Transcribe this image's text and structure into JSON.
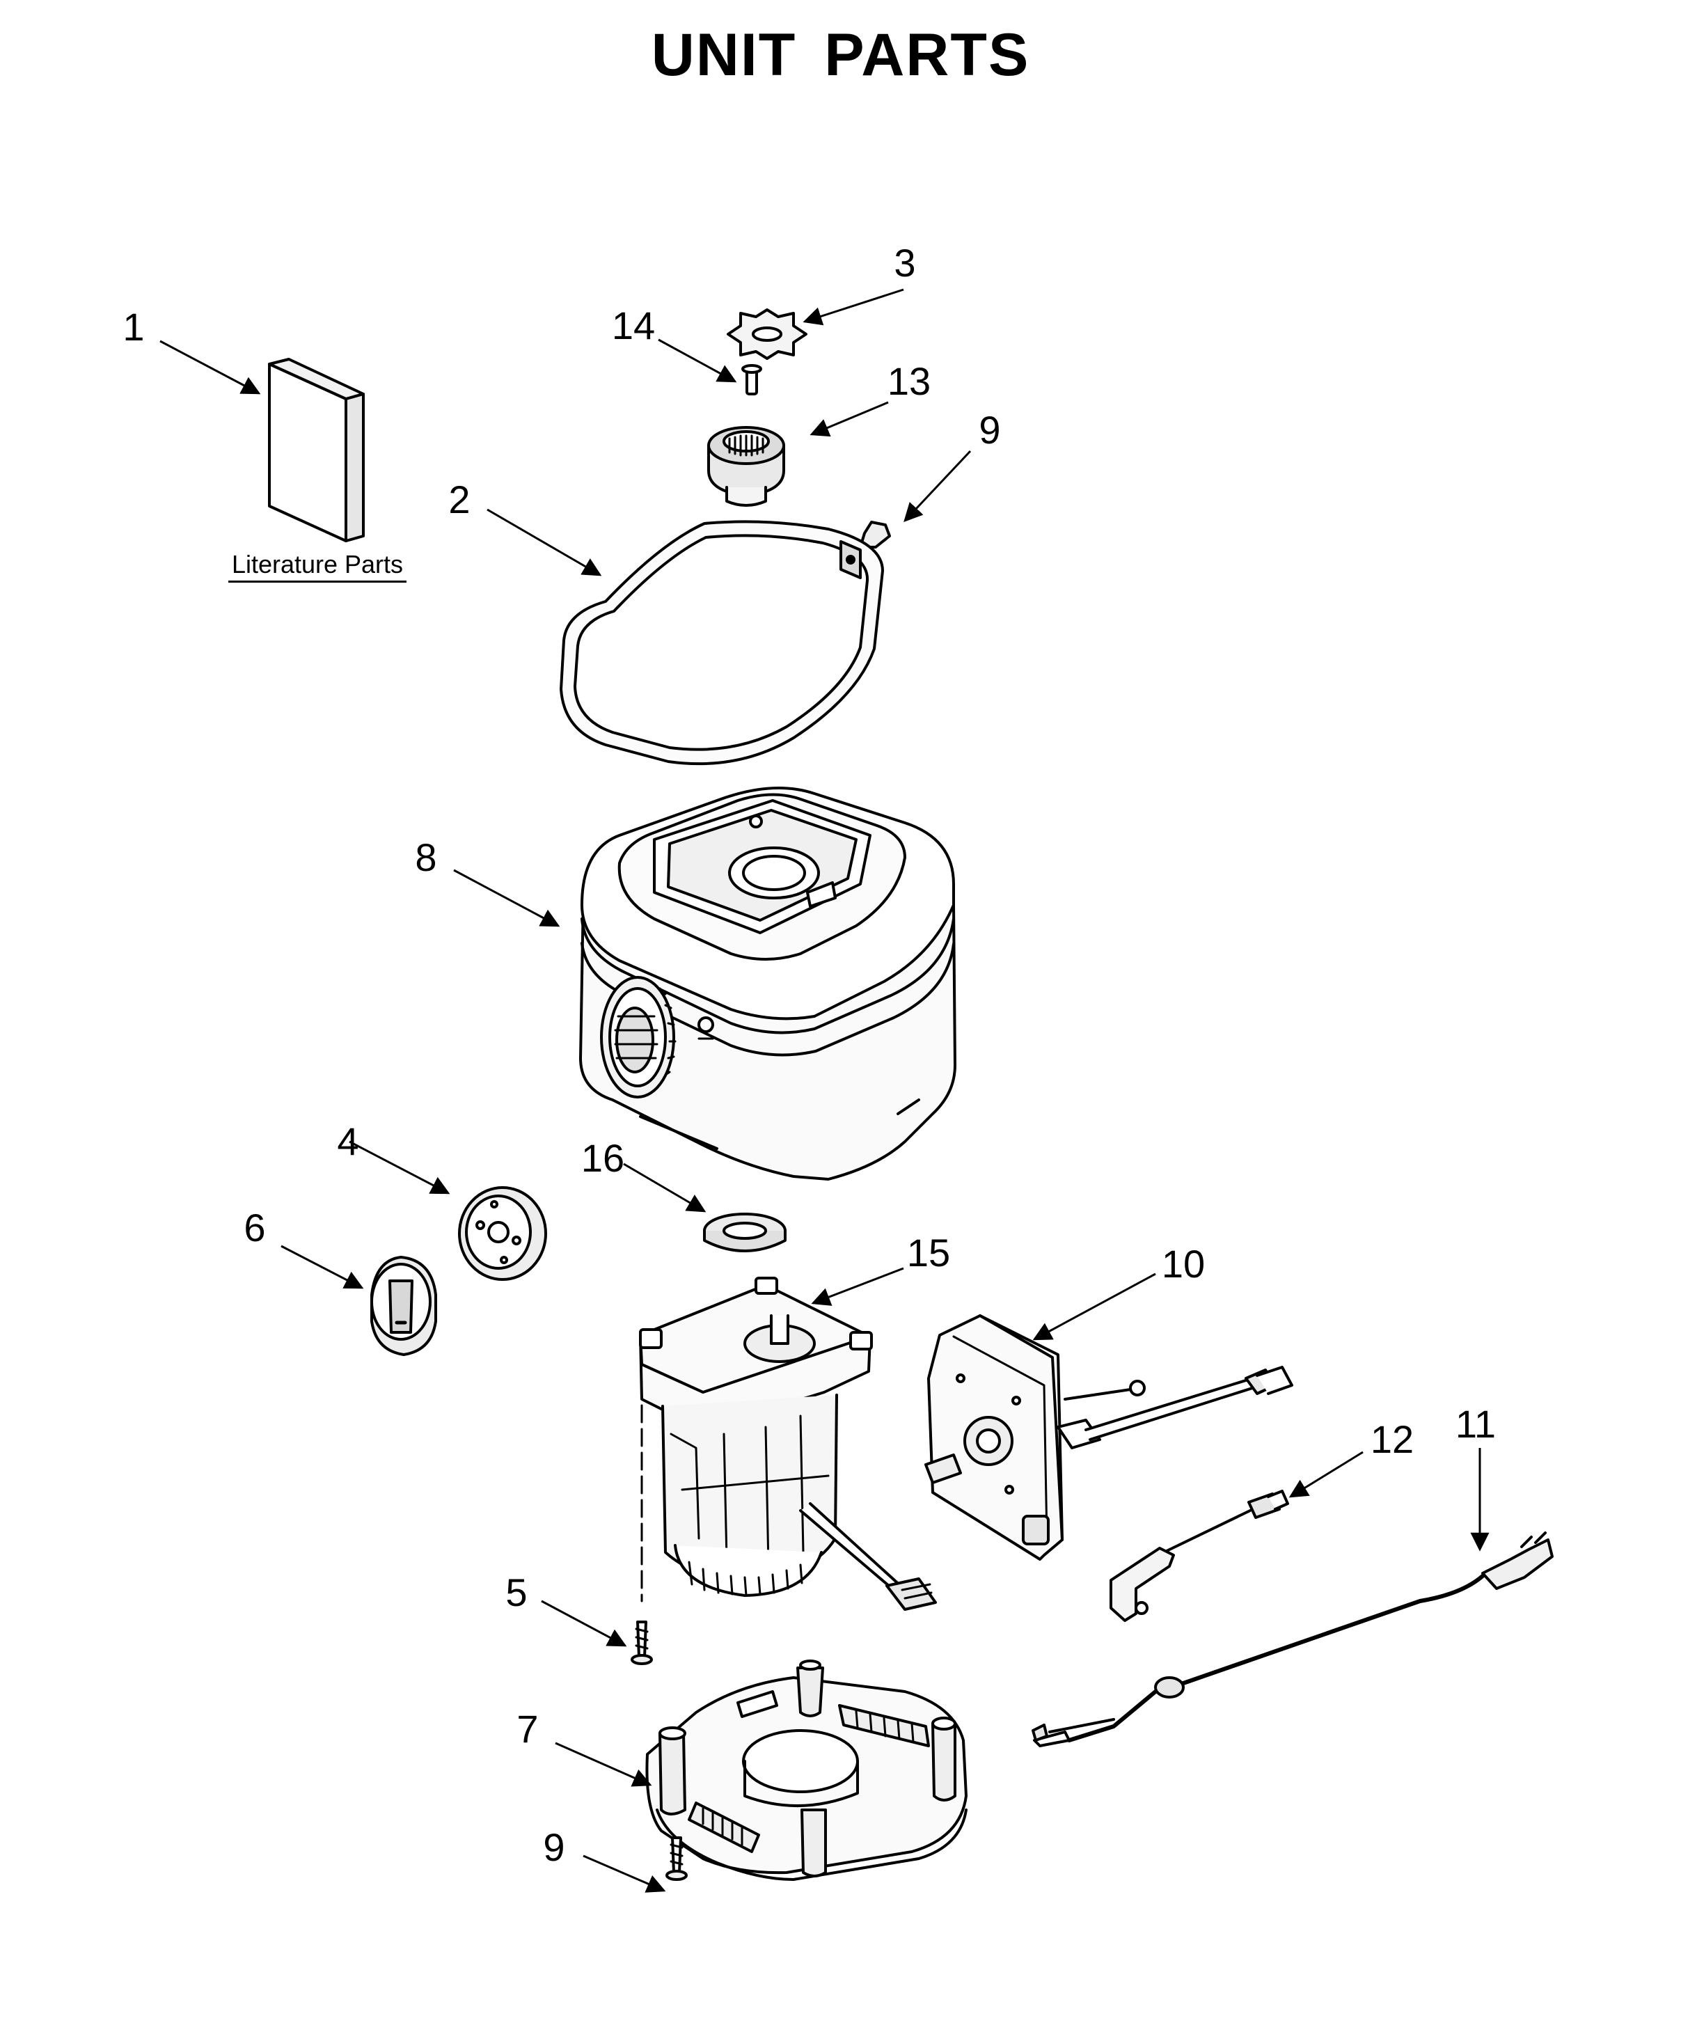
{
  "title": "UNIT PARTS",
  "literature_caption": "Literature Parts",
  "callouts": {
    "p1": "1",
    "p2": "2",
    "p3": "3",
    "p4": "4",
    "p5": "5",
    "p6": "6",
    "p7": "7",
    "p8": "8",
    "p9a": "9",
    "p9b": "9",
    "p10": "10",
    "p11": "11",
    "p12": "12",
    "p13": "13",
    "p14": "14",
    "p15": "15",
    "p16": "16"
  }
}
